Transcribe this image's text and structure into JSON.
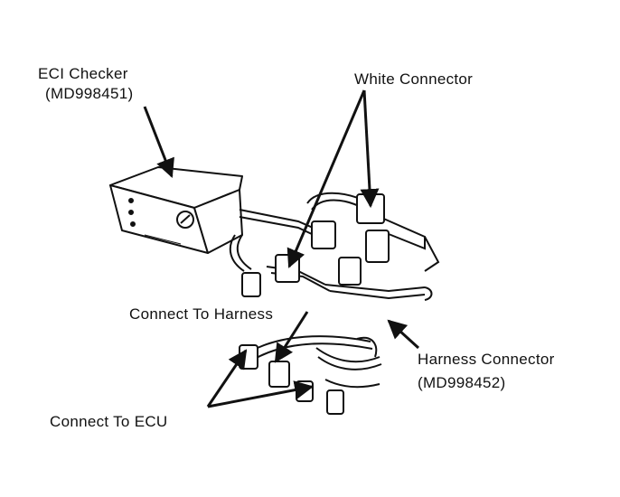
{
  "labels": {
    "eci_checker": "ECI Checker",
    "eci_checker_part": "(MD998451)",
    "white_connector": "White Connector",
    "connect_to_harness": "Connect To Harness",
    "harness_connector": "Harness Connector",
    "harness_connector_part": "(MD998452)",
    "connect_to_ecu": "Connect To ECU"
  },
  "colors": {
    "ink": "#111111",
    "paper": "#ffffff"
  }
}
